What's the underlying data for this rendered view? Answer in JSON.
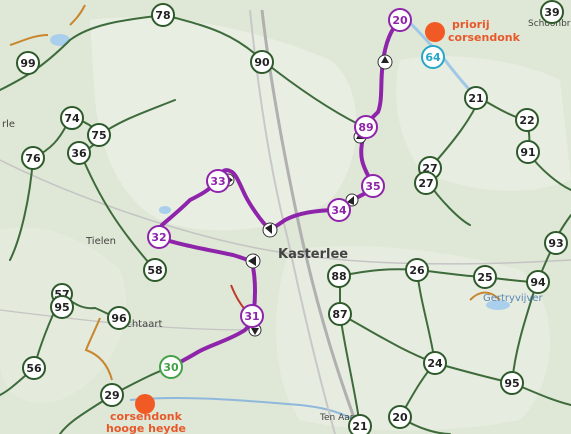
{
  "map": {
    "route_color": "#8e24aa",
    "poi_color": "#f15a24",
    "start_color": "#43a047",
    "end_color": "#26a7c7",
    "places": {
      "kasterlee": "Kasterlee",
      "tielen": "Tielen",
      "lichtaart": "Lichtaart",
      "gertryvijver": "Gertryvijver",
      "ten_aard": "Ten Aard",
      "schoonbr": "Schoonbr",
      "edge_left": "rle"
    },
    "pois": {
      "priorij_line1": "priorij",
      "priorij_line2": "corsendonk",
      "hooge_line1": "corsendonk",
      "hooge_line2": "hooge heyde"
    },
    "route_nodes": {
      "n20": "20",
      "n89": "89",
      "n35": "35",
      "n34": "34",
      "n33": "33",
      "n32": "32",
      "n31": "31",
      "n30": "30",
      "n64": "64"
    },
    "nodes": {
      "n78": "78",
      "n39": "39",
      "n99": "99",
      "n90": "90",
      "n74": "74",
      "n75": "75",
      "n36": "36",
      "n76": "76",
      "n21": "21",
      "n22": "22",
      "n91": "91",
      "n27a": "27",
      "n27b": "27",
      "n93": "93",
      "n58": "58",
      "n88": "88",
      "n26": "26",
      "n25": "25",
      "n94": "94",
      "n57": "57",
      "n95a": "95",
      "n96": "96",
      "n87": "87",
      "n56": "56",
      "n24": "24",
      "n95b": "95",
      "n29": "29",
      "n20b": "20",
      "n21b": "21"
    }
  }
}
